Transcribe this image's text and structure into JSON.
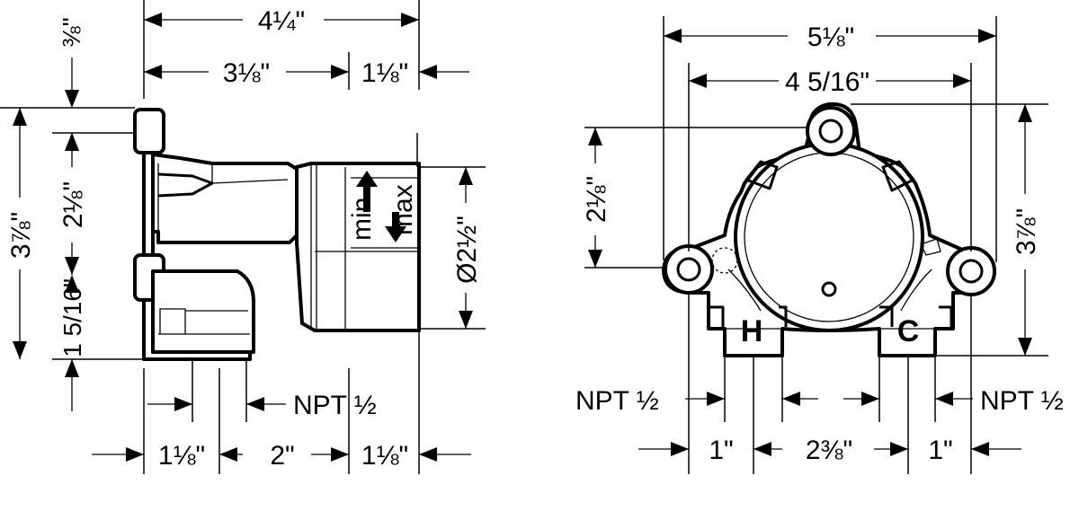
{
  "side_view": {
    "overall_width": "4¼\"",
    "body_width": "3⅛\"",
    "front_depth": "1⅛\"",
    "top_offset": "⅜\"",
    "overall_height": "3⅞\"",
    "upper_height": "2⅛\"",
    "lower_height": "1 5/16\"",
    "diameter": "Ø2½\"",
    "label_min": "min.",
    "label_max": "max",
    "npt_label": "NPT ½",
    "bottom_left": "1⅛\"",
    "bottom_mid": "2\"",
    "bottom_right": "1⅛\""
  },
  "front_view": {
    "overall_width": "5⅛\"",
    "inner_width": "4 5/16\"",
    "left_height": "2⅛\"",
    "right_height": "3⅞\"",
    "hot_label": "H",
    "cold_label": "C",
    "npt_left": "NPT ½",
    "npt_right": "NPT ½",
    "bottom_left": "1\"",
    "bottom_mid": "2⅜\"",
    "bottom_right": "1\""
  }
}
